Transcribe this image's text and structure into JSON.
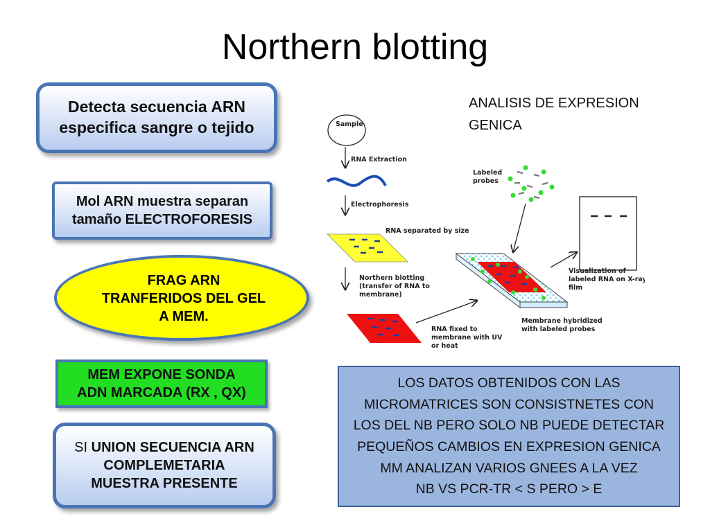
{
  "title": "Northern blotting",
  "boxes": {
    "detecta": [
      "Detecta secuencia ARN",
      "especifica sangre o tejido"
    ],
    "mol": [
      "Mol ARN muestra separan",
      "tamaño ELECTROFORESIS"
    ],
    "frag": [
      "FRAG  ARN",
      "TRANFERIDOS DEL GEL",
      "A MEM."
    ],
    "mem": [
      "MEM EXPONE SONDA",
      "ADN MARCADA (RX , QX)"
    ],
    "si": {
      "prefix": "SI ",
      "line1": "UNION SECUENCIA ARN",
      "line2": "COMPLEMETARIA",
      "line3": "MUESTRA PRESENTE"
    }
  },
  "side_label": [
    "ANALISIS DE EXPRESION",
    "GENICA"
  ],
  "summary": [
    "LOS DATOS OBTENIDOS CON LAS",
    "MICROMATRICES SON CONSISTNETES CON",
    "LOS DEL NB PERO SOLO NB PUEDE DETECTAR",
    "PEQUEÑOS CAMBIOS EN EXPRESION GENICA",
    "MM ANALIZAN VARIOS GNEES A LA VEZ",
    "NB VS PCR-TR  < S PERO > E"
  ],
  "diagram": {
    "sample": "Sample",
    "rna_extraction": "RNA Extraction",
    "electrophoresis": "Electrophoresis",
    "rna_separated": "RNA separated by size",
    "northern": [
      "Northern blotting",
      "(transfer of RNA to",
      "membrane)"
    ],
    "labeled_probes": [
      "Labeled",
      "probes"
    ],
    "visualization": [
      "Visualization of",
      "labeled RNA on X-ray",
      "film"
    ],
    "rna_fixed": [
      "RNA fixed to",
      "membrane with UV",
      "or heat"
    ],
    "membrane_hybridized": [
      "Membrane hybridized",
      "with labeled probes"
    ]
  },
  "colors": {
    "box_border": "#4a75b5",
    "ellipse_fill": "#ffff00",
    "mem_fill": "#22dd22",
    "summary_fill": "#9bb6de",
    "gel_yellow": "#ffff33",
    "membrane_red": "#ee1111",
    "probe_green": "#33dd33"
  }
}
